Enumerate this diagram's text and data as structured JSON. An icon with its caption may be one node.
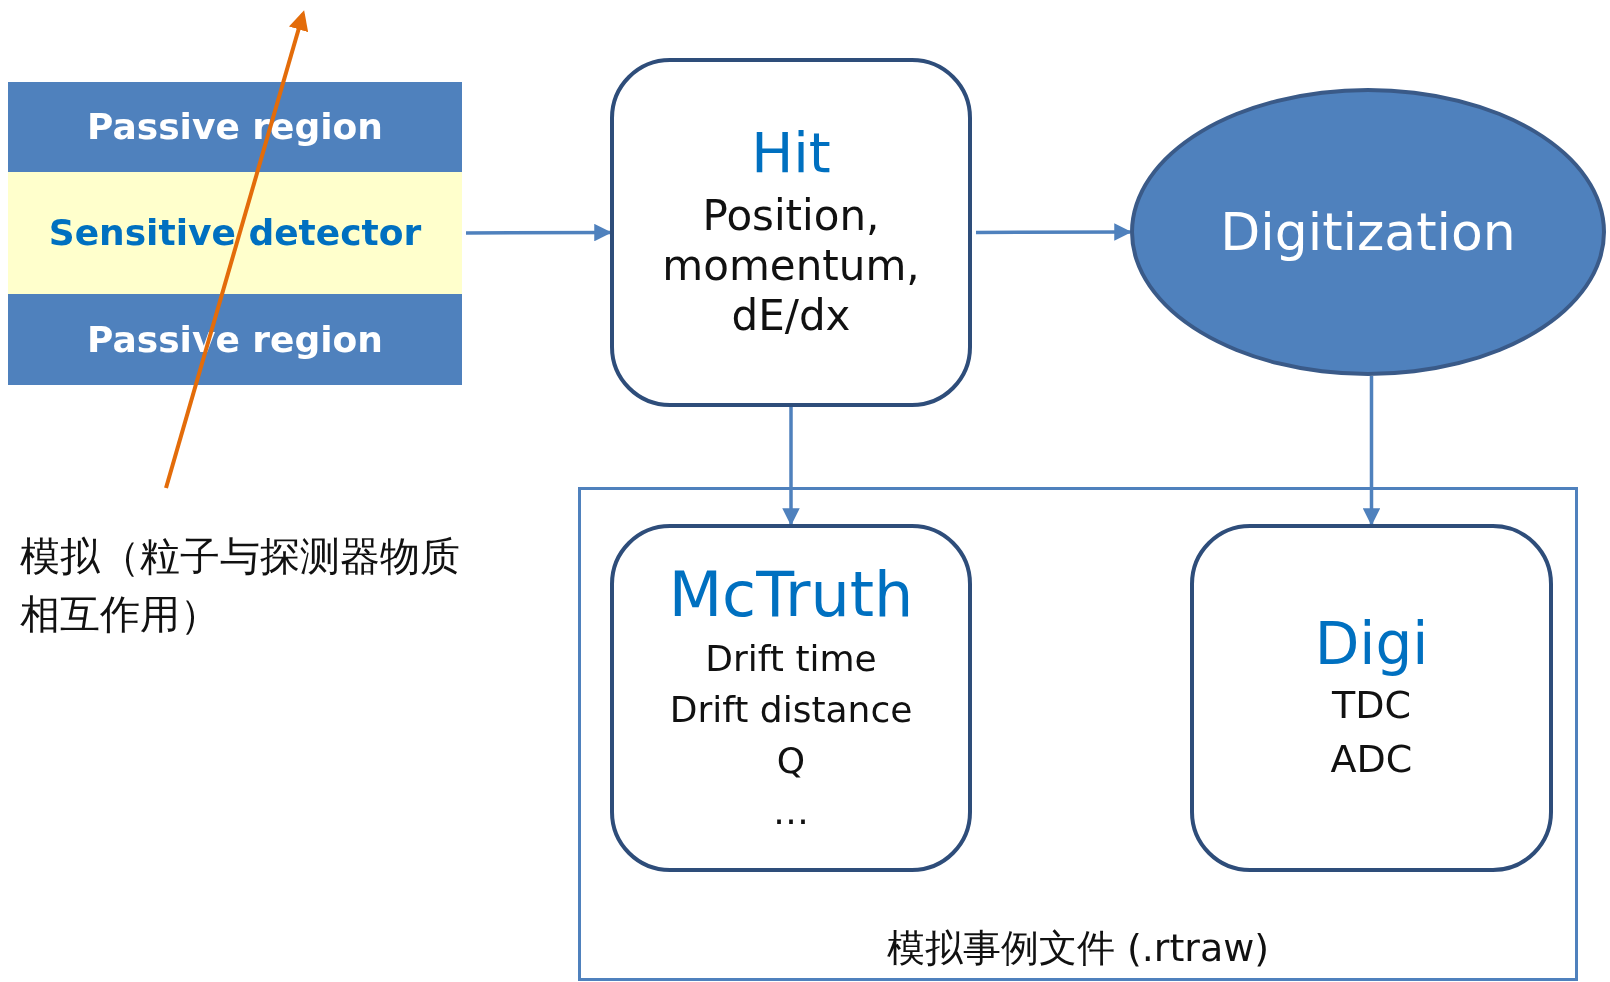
{
  "diagram": {
    "nodes": [
      {
        "text": [
          "Passive region"
        ]
      },
      {
        "text": [
          "Sensitive detector"
        ]
      },
      {
        "text": [
          "Passive region"
        ]
      },
      {
        "text": [
          "Hit",
          "Position, momentum, dE/dx"
        ]
      },
      {
        "text": [
          "Digitization"
        ]
      },
      {
        "text": [
          "模拟事例文件 (.rtraw)"
        ]
      },
      {
        "text": [
          "McTruth",
          "Drift time",
          "Drift distance",
          "Q",
          "…"
        ],
        "in": 5
      },
      {
        "text": [
          "Digi",
          "TDC",
          "ADC"
        ],
        "in": 5
      }
    ],
    "edges": [
      {
        "from": 1,
        "to": 3,
        "arrow": "to"
      },
      {
        "from": 3,
        "to": 4,
        "arrow": "to"
      },
      {
        "from": 3,
        "to": 6,
        "arrow": "to"
      },
      {
        "from": 4,
        "to": 7,
        "arrow": "to"
      }
    ],
    "labels": [
      "模拟（粒子与探测器物质相互作用）"
    ]
  }
}
